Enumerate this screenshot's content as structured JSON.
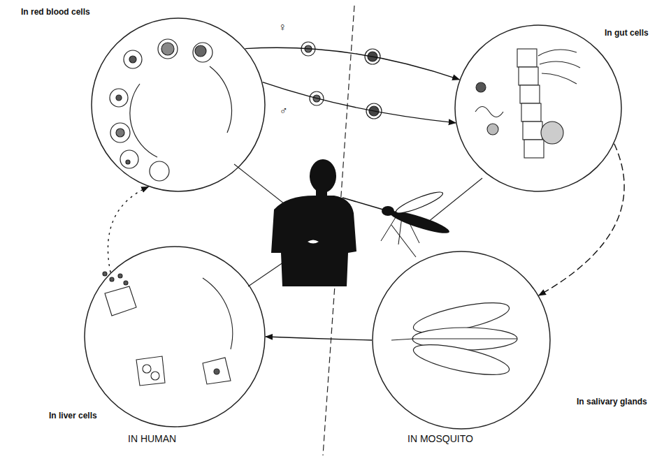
{
  "diagram": {
    "nodes": [
      {
        "text": [
          "In red blood cells"
        ]
      },
      {
        "text": [
          "In gut cells"
        ]
      },
      {
        "text": [
          "In liver cells"
        ]
      },
      {
        "text": [
          "In salivary glands"
        ]
      }
    ],
    "edges": [
      {
        "from": 0,
        "to": 1,
        "arrow": "to"
      },
      {
        "from": 0,
        "to": 1,
        "arrow": "to"
      },
      {
        "from": 1,
        "to": 3,
        "arrow": "to"
      },
      {
        "from": 3,
        "to": 2,
        "arrow": "to"
      },
      {
        "from": 2,
        "to": 0,
        "arrow": "to"
      }
    ],
    "labels": [
      "♀",
      "♂",
      "IN HUMAN",
      "IN MOSQUITO"
    ]
  }
}
